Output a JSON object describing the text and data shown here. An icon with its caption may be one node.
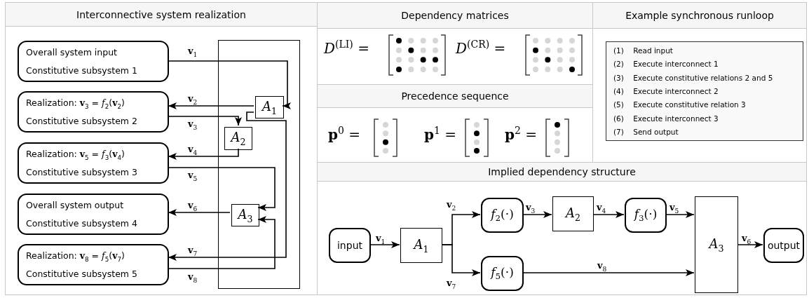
{
  "diagram": {
    "nodes": [
      {
        "text": [
          "Interconnective system realization"
        ]
      },
      {
        "text": [
          "Overall system input",
          "Constitutive subsystem 1"
        ],
        "in": 0
      },
      {
        "text": [
          "Realization: **v**$_{3}$ = *f*$_{2}$(**v**$_{2}$)",
          "Constitutive subsystem 2"
        ],
        "in": 0
      },
      {
        "text": [
          "Realization: **v**$_{5}$ = *f*$_{3}$(**v**$_{4}$)",
          "Constitutive subsystem 3"
        ],
        "in": 0
      },
      {
        "text": [
          "Overall system output",
          "Constitutive subsystem 4"
        ],
        "in": 0
      },
      {
        "text": [
          "Realization: **v**$_{8}$ = *f*$_{5}$(**v**$_{7}$)",
          "Constitutive subsystem 5"
        ],
        "in": 0
      },
      {
        "text": [],
        "shape": "box",
        "in": 0
      },
      {
        "text": [
          "*A*$_{1}$"
        ],
        "in": 6
      },
      {
        "text": [
          "*A*$_{2}$"
        ],
        "in": 6
      },
      {
        "text": [
          "*A*$_{3}$"
        ],
        "in": 6
      },
      {
        "text": [
          "Dependency matrices"
        ]
      },
      {
        "text": [
          "Precedence sequence"
        ]
      },
      {
        "text": [
          "Example synchronous runloop"
        ]
      },
      {
        "text": [
          "(1) Read input",
          "(2) Execute interconnect 1",
          "(3) Execute constitutive relations 2 and 5",
          "(4) Execute interconnect 2",
          "(5) Execute constitutive relation 3",
          "(6) Execute interconnect 3",
          "(7) Send output"
        ],
        "in": 12
      },
      {
        "text": [
          "Implied dependency structure"
        ]
      },
      {
        "text": [
          "input"
        ],
        "in": 14
      },
      {
        "text": [
          "*A*$_{1}$"
        ],
        "in": 14
      },
      {
        "text": [
          "*f*$_{2}$(·)"
        ],
        "in": 14
      },
      {
        "text": [
          "*A*$_{2}$"
        ],
        "in": 14
      },
      {
        "text": [
          "*f*$_{3}$(·)"
        ],
        "in": 14
      },
      {
        "text": [
          "*A*$_{3}$"
        ],
        "in": 14
      },
      {
        "text": [
          "output"
        ],
        "in": 14
      },
      {
        "text": [
          "*f*$_{5}$(·)"
        ],
        "in": 14
      }
    ],
    "edges": [
      {
        "from": 1,
        "to": 7,
        "arrow": "to",
        "label": "**v**$_{1}$"
      },
      {
        "from": 7,
        "to": 2,
        "arrow": "to",
        "label": "**v**$_{2}$"
      },
      {
        "from": 2,
        "to": 8,
        "arrow": "to",
        "label": "**v**$_{3}$"
      },
      {
        "from": 8,
        "to": 3,
        "arrow": "to",
        "label": "**v**$_{4}$"
      },
      {
        "from": 3,
        "to": 9,
        "arrow": "to",
        "label": "**v**$_{5}$"
      },
      {
        "from": 9,
        "to": 4,
        "arrow": "to",
        "label": "**v**$_{6}$"
      },
      {
        "from": 7,
        "to": 5,
        "arrow": "to",
        "label": "**v**$_{7}$"
      },
      {
        "from": 5,
        "to": 9,
        "arrow": "to",
        "label": "**v**$_{8}$"
      },
      {
        "from": 15,
        "to": 16,
        "arrow": "to",
        "label": "**v**$_{1}$"
      },
      {
        "from": 16,
        "to": 17,
        "arrow": "to",
        "label": "**v**$_{2}$"
      },
      {
        "from": 16,
        "to": 22,
        "arrow": "to",
        "label": "**v**$_{7}$"
      },
      {
        "from": 17,
        "to": 18,
        "arrow": "to",
        "label": "**v**$_{3}$"
      },
      {
        "from": 18,
        "to": 19,
        "arrow": "to",
        "label": "**v**$_{4}$"
      },
      {
        "from": 19,
        "to": 20,
        "arrow": "to",
        "label": "**v**$_{5}$"
      },
      {
        "from": 22,
        "to": 20,
        "arrow": "to",
        "label": "**v**$_{8}$"
      },
      {
        "from": 20,
        "to": 21,
        "arrow": "to",
        "label": "**v**$_{6}$"
      }
    ],
    "labels": [
      "*D*$^{(LI)}$ =",
      "*D*$^{(CR)}$ =",
      "**p**$^{0}$ =",
      "**p**$^{1}$ =",
      "**p**$^{2}$ ="
    ]
  }
}
